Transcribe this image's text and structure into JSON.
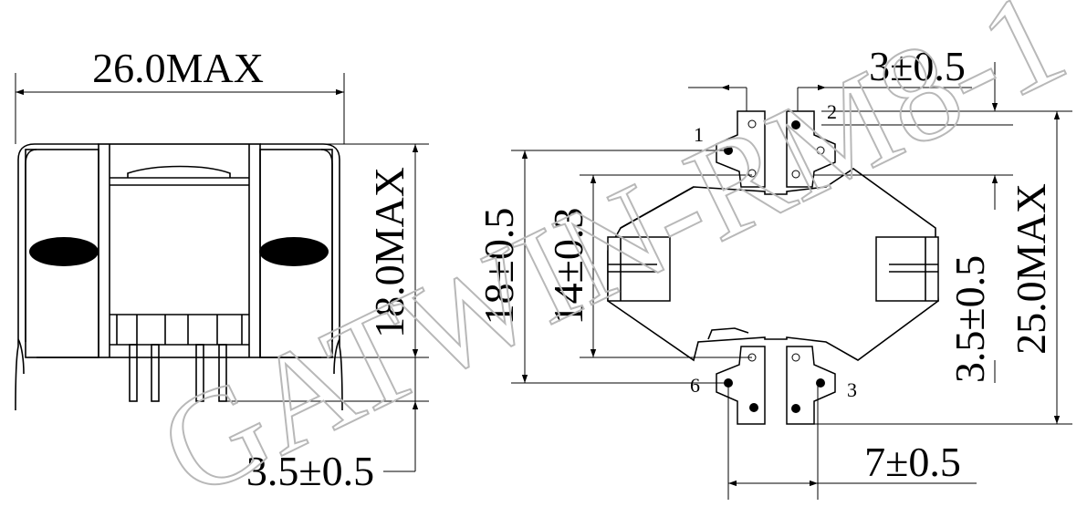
{
  "watermark": "GATWIN-RM8-1",
  "dimensions": {
    "width_max": "26.0MAX",
    "height_max": "18.0MAX",
    "lead_length": "3.5±0.5",
    "pin_spacing_top": "3±0.5",
    "row_spacing_outer": "18±0.5",
    "row_spacing_inner": "14±0.3",
    "pin_offset_right": "3.5±0.5",
    "overall_length_max": "25.0MAX",
    "pin_spacing_bottom": "7±0.5"
  },
  "pins": {
    "p1": "1",
    "p2": "2",
    "p3": "3",
    "p6": "6"
  }
}
